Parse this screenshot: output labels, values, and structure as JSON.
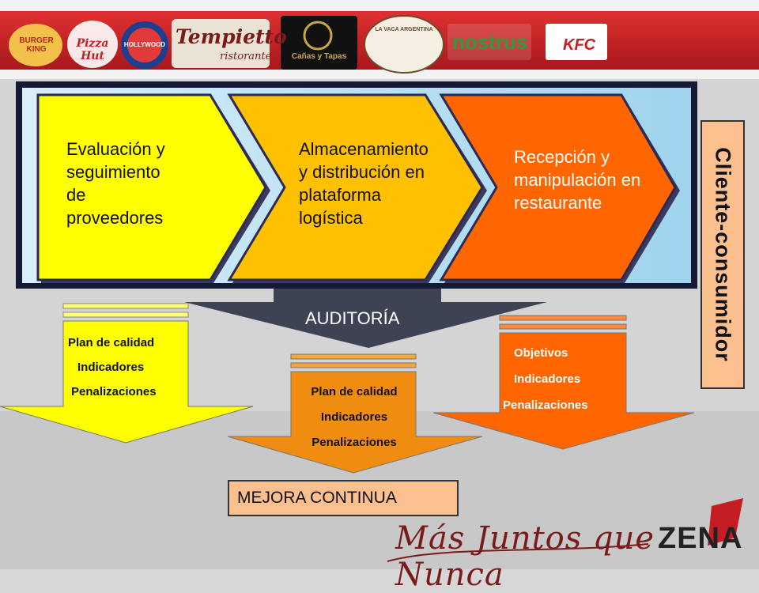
{
  "logos": [
    {
      "text": "BURGER KING"
    },
    {
      "text": "Pizza Hut"
    },
    {
      "text": "HOLLYWOOD"
    },
    {
      "text": "Tempietto"
    },
    {
      "text": "ristorante"
    },
    {
      "text": "Cañas y Tapas"
    },
    {
      "text": "LA VACA ARGENTINA"
    },
    {
      "text": "nostrus"
    },
    {
      "text": "KFC"
    }
  ],
  "stages": [
    {
      "label_lines": [
        "Evaluación y",
        "seguimiento",
        "de",
        "proveedores"
      ],
      "color": "#ffff00"
    },
    {
      "label_lines": [
        "Almacenamiento",
        "y distribución en",
        "plataforma",
        "logística"
      ],
      "color": "#ffc000"
    },
    {
      "label_lines": [
        "Recepción y",
        "manipulación en",
        "restaurante"
      ],
      "color": "#ff6600"
    }
  ],
  "side_label": "Cliente-consumidor",
  "audit_label": "AUDITORÍA",
  "lists": [
    {
      "items": [
        "Plan de calidad",
        "Indicadores",
        "Penalizaciones"
      ],
      "color": "#ffff00"
    },
    {
      "items": [
        "Plan de calidad",
        "Indicadores",
        "Penalizaciones"
      ],
      "color": "#f08c10"
    },
    {
      "items": [
        "Objetivos",
        "Indicadores",
        "Penalizaciones"
      ],
      "color": "#ff6600"
    }
  ],
  "continuous_improvement": "MEJORA CONTINUA",
  "footer": {
    "slogan": "Más Juntos que Nunca",
    "brand": "ZENA"
  },
  "colors": {
    "banner": "#c41e24",
    "frame": "#141a33",
    "panel": "#b7dff2"
  }
}
